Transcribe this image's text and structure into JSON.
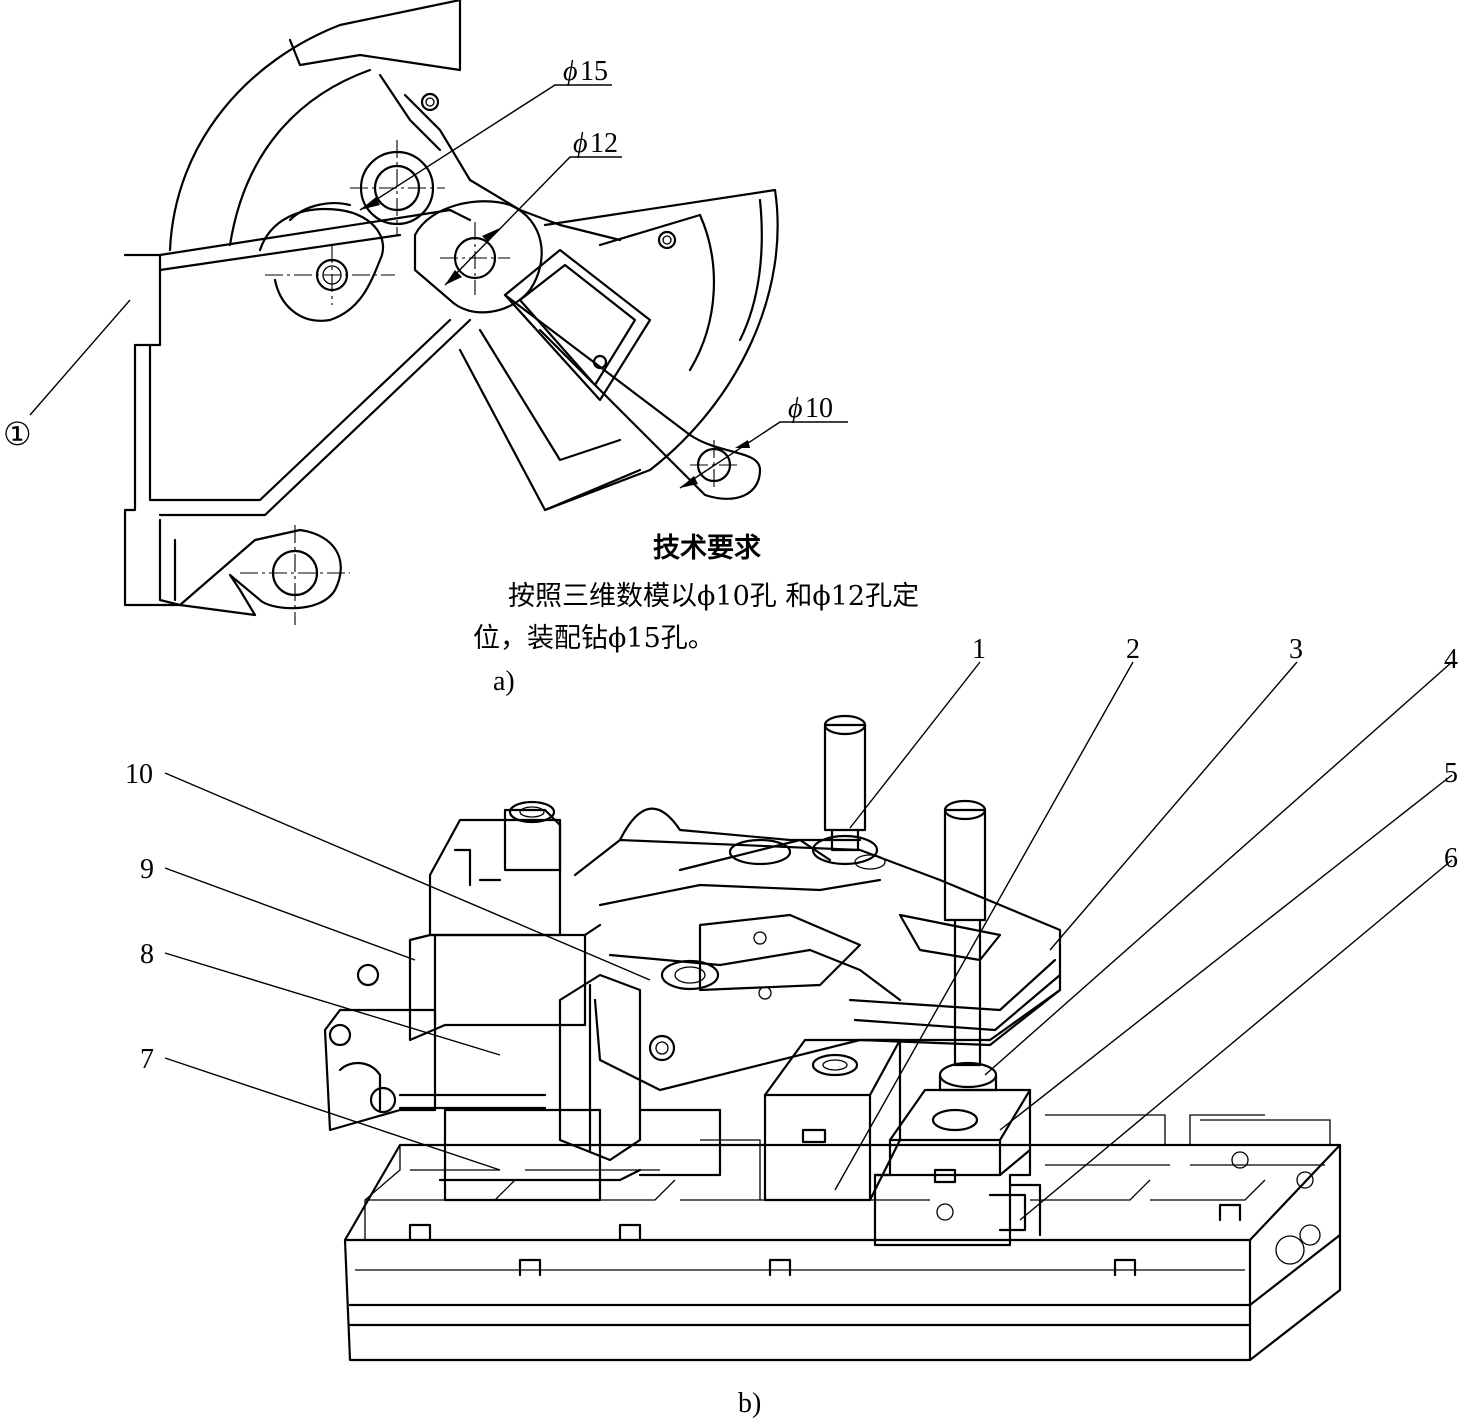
{
  "part_a": {
    "dims": [
      {
        "id": "d15",
        "prefix": "ϕ",
        "value": "15"
      },
      {
        "id": "d12",
        "prefix": "ϕ",
        "value": "12"
      },
      {
        "id": "d10",
        "prefix": "ϕ",
        "value": "10"
      }
    ],
    "circled_label": "①",
    "tech_title": "技术要求",
    "tech_line1": "按照三维数模以ϕ10孔 和ϕ12孔定",
    "tech_line2": "位，装配钻ϕ15孔。",
    "caption": "a)"
  },
  "part_b": {
    "callouts": [
      "1",
      "2",
      "3",
      "4",
      "5",
      "6",
      "7",
      "8",
      "9",
      "10"
    ],
    "caption": "b)"
  }
}
